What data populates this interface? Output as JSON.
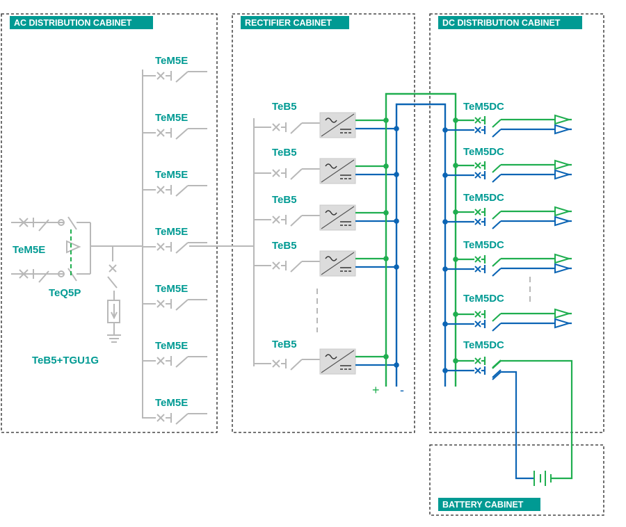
{
  "colors": {
    "accent": "#009a93",
    "gray": "#b8b8b8",
    "green": "#1fae4f",
    "blue": "#0b64b4"
  },
  "cabinets": {
    "ac": "AC DISTRIBUTION CABINET",
    "rectifier": "RECTIFIER CABINET",
    "dc": "DC DISTRIBUTION CABINET",
    "battery": "BATTERY CABINET"
  },
  "ac": {
    "input_label": "TeM5E",
    "ats_label": "TeQ5P",
    "spd_label": "TeB5+TGU1G",
    "feeder_labels": [
      "TeM5E",
      "TeM5E",
      "TeM5E",
      "TeM5E",
      "TeM5E",
      "TeM5E",
      "TeM5E"
    ]
  },
  "rectifier": {
    "labels": [
      "TeB5",
      "TeB5",
      "TeB5",
      "TeB5",
      "TeB5"
    ]
  },
  "dc": {
    "labels": [
      "TeM5DC",
      "TeM5DC",
      "TeM5DC",
      "TeM5DC",
      "TeM5DC",
      "TeM5DC"
    ]
  },
  "bus": {
    "plus": "+",
    "minus": "-"
  }
}
